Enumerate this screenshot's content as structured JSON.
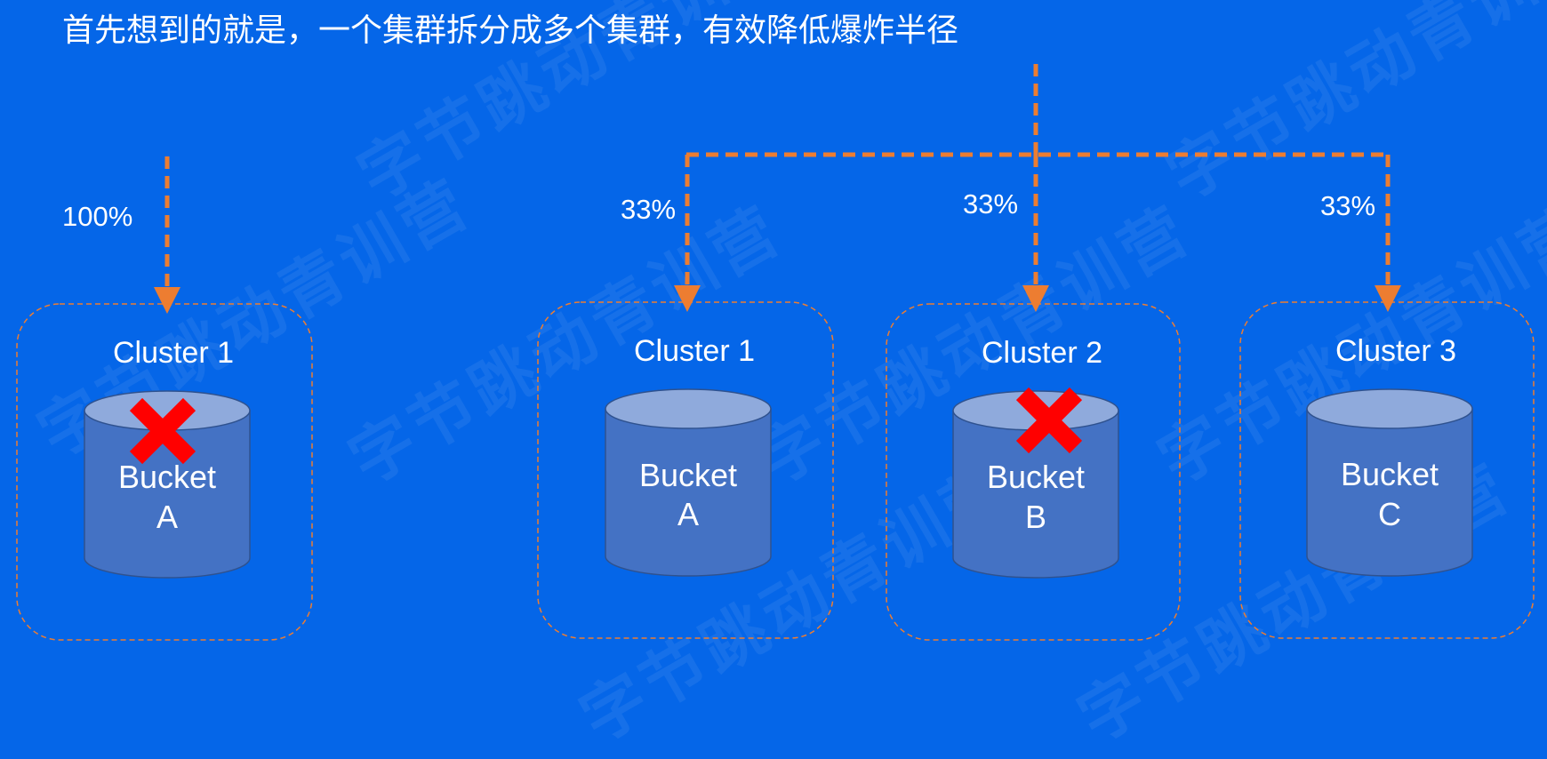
{
  "title": "首先想到的就是，一个集群拆分成多个集群，有效降低爆炸半径",
  "watermark": "字节跳动青训营",
  "colors": {
    "background": "#0566e8",
    "arrow": "#ed7d31",
    "cylinder_body": "#4472c4",
    "cylinder_top": "#8faadc",
    "failure_mark": "#ff0000"
  },
  "single_cluster": {
    "traffic": "100%",
    "cluster_label": "Cluster 1",
    "bucket_line1": "Bucket",
    "bucket_line2": "A",
    "failed": true
  },
  "split_clusters": [
    {
      "traffic": "33%",
      "cluster_label": "Cluster 1",
      "bucket_line1": "Bucket",
      "bucket_line2": "A",
      "failed": false
    },
    {
      "traffic": "33%",
      "cluster_label": "Cluster 2",
      "bucket_line1": "Bucket",
      "bucket_line2": "B",
      "failed": true
    },
    {
      "traffic": "33%",
      "cluster_label": "Cluster 3",
      "bucket_line1": "Bucket",
      "bucket_line2": "C",
      "failed": false
    }
  ]
}
